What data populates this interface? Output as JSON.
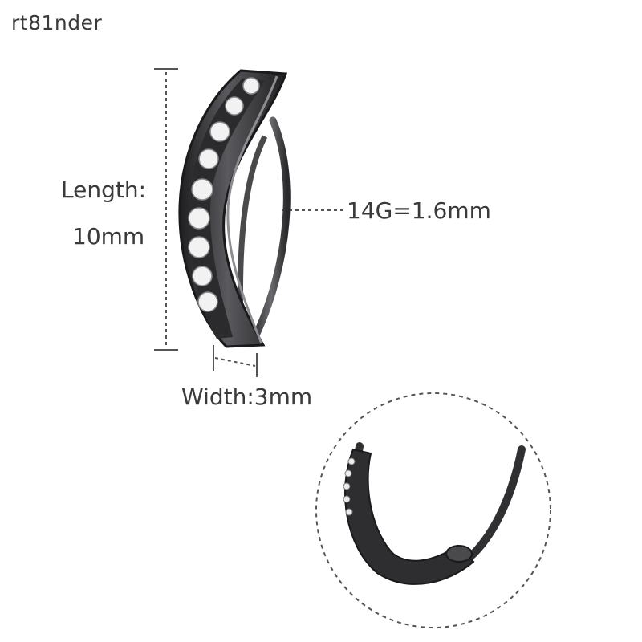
{
  "watermark": "rt81nder",
  "dimensions": {
    "length_label": "Length:",
    "length_value": "10mm",
    "gauge_label": "14G=1.6mm",
    "width_label": "Width:3mm"
  },
  "product": {
    "gem_count_front": 9,
    "metal_color": "#2e2e30",
    "gem_color": "#f2f2f2"
  }
}
